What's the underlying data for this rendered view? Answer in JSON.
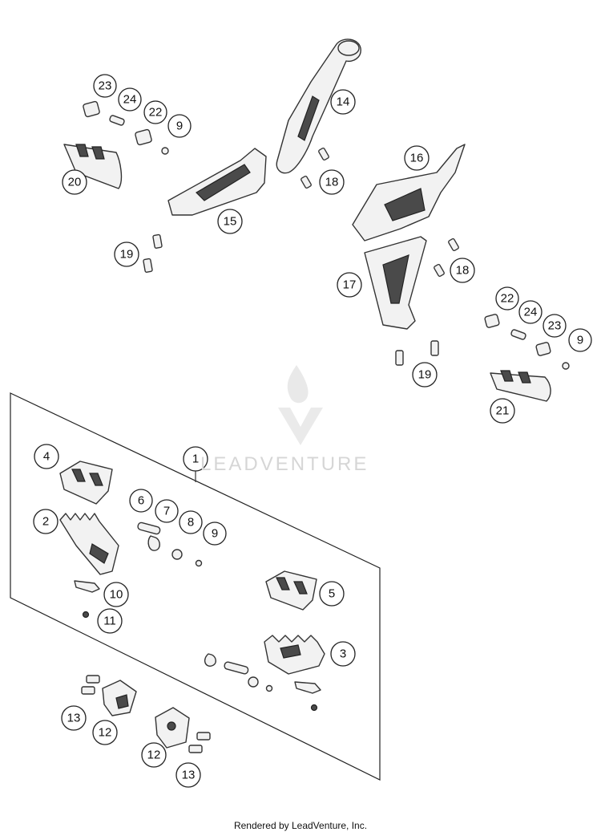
{
  "callouts": [
    "1",
    "2",
    "3",
    "4",
    "5",
    "6",
    "7",
    "8",
    "9",
    "9",
    "9",
    "10",
    "11",
    "12",
    "12",
    "13",
    "13",
    "14",
    "15",
    "16",
    "17",
    "18",
    "18",
    "19",
    "19",
    "20",
    "21",
    "22",
    "22",
    "23",
    "23",
    "24",
    "24"
  ],
  "watermark": {
    "text": "LEADVENTURE"
  },
  "footer": {
    "text": "Rendered by LeadVenture, Inc."
  }
}
